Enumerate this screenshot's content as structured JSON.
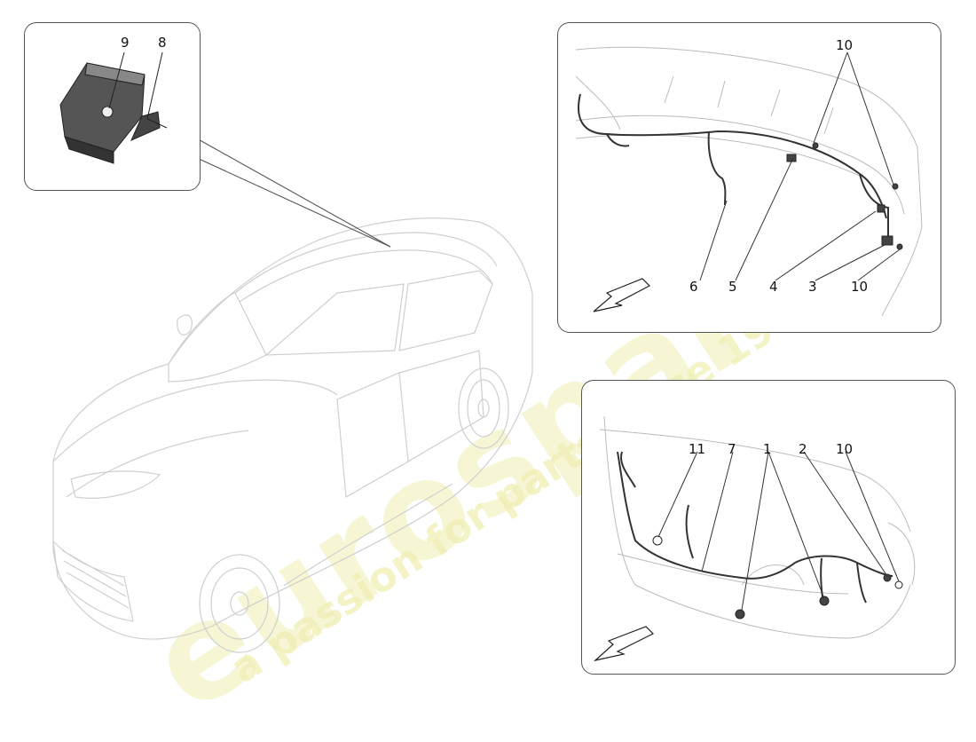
{
  "watermark": {
    "brand": "eurospares",
    "tagline": "a passion for parts since 1985"
  },
  "panels": {
    "module": {
      "callouts": [
        "9",
        "8"
      ]
    },
    "rear": {
      "callouts": [
        "10",
        "6",
        "5",
        "4",
        "3",
        "10"
      ]
    },
    "front": {
      "callouts": [
        "11",
        "7",
        "1",
        "2",
        "10"
      ]
    }
  },
  "icons": [
    "direction-arrow-icon",
    "direction-arrow-icon"
  ],
  "colors": {
    "line": "#555555",
    "car_line": "#cfcfcf",
    "watermark": "#f0efb4"
  }
}
